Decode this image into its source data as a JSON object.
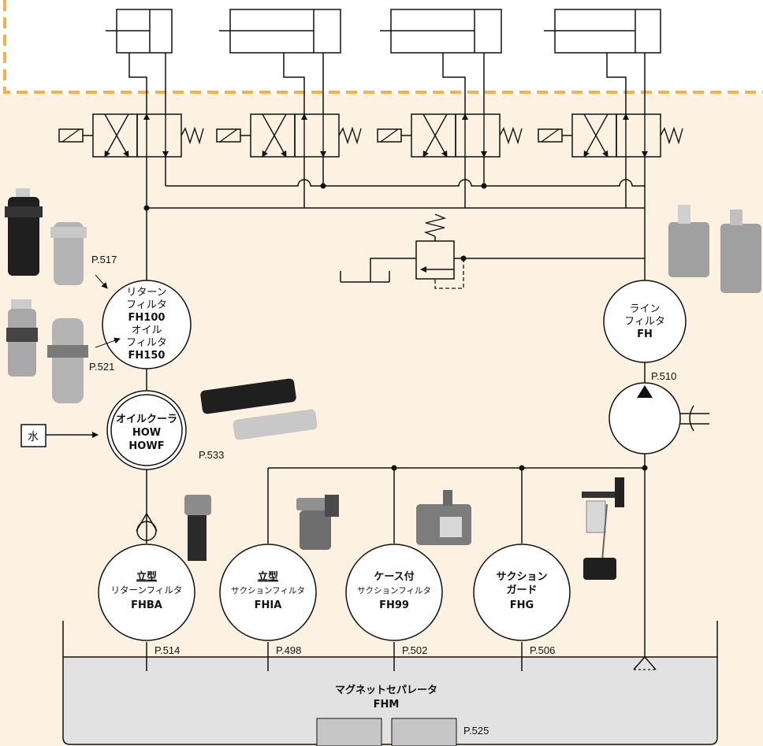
{
  "colors": {
    "background": "#fdf2e2",
    "border_dash": "#f5b04a",
    "tank": "#e2e2e2",
    "line": "#111111"
  },
  "components": {
    "return_filter": {
      "line1": "リターン",
      "line2": "フィルタ",
      "model": "FH100",
      "page": "P.517"
    },
    "oil_filter": {
      "line1": "オイル",
      "line2": "フィルタ",
      "model": "FH150",
      "page": "P.521"
    },
    "oil_cooler": {
      "line1": "オイルクーラ",
      "model1": "HOW",
      "model2": "HOWF",
      "page": "P.533"
    },
    "water": {
      "label": "水"
    },
    "line_filter": {
      "line1": "ライン",
      "line2": "フィルタ",
      "model": "FH",
      "page": "P.510"
    },
    "vertical_return_filter": {
      "line1": "立型",
      "line2": "リターンフィルタ",
      "model": "FHBA",
      "page": "P.514"
    },
    "vertical_suction_filter": {
      "line1": "立型",
      "line2": "サクションフィルタ",
      "model": "FHIA",
      "page": "P.498"
    },
    "case_suction_filter": {
      "line1": "ケース付",
      "line2": "サクションフィルタ",
      "model": "FH99",
      "page": "P.502"
    },
    "suction_guard": {
      "line1": "サクション",
      "line2": "ガード",
      "model": "FHG",
      "page": "P.506"
    },
    "magnet_separator": {
      "line1": "マグネットセパレータ",
      "model": "FHM",
      "page": "P.525"
    }
  }
}
